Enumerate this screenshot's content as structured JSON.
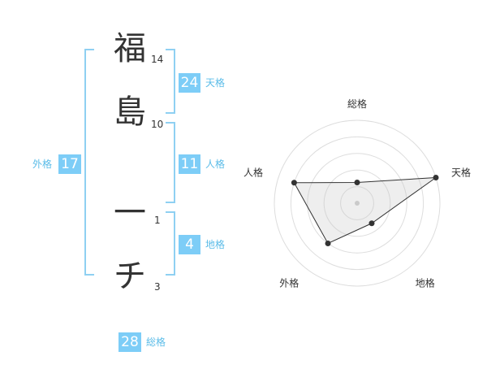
{
  "name": {
    "chars": [
      {
        "char": "福",
        "strokes": "14"
      },
      {
        "char": "島",
        "strokes": "10"
      },
      {
        "char": "一",
        "strokes": "1"
      },
      {
        "char": "チ",
        "strokes": "3"
      }
    ]
  },
  "fortunes": {
    "tenkaku": {
      "value": "24",
      "label": "天格"
    },
    "jinkaku": {
      "value": "11",
      "label": "人格"
    },
    "chikaku": {
      "value": "4",
      "label": "地格"
    },
    "gaikaku": {
      "value": "17",
      "label": "外格"
    },
    "soukaku": {
      "value": "28",
      "label": "総格"
    }
  },
  "radar": {
    "axes": [
      "総格",
      "天格",
      "地格",
      "外格",
      "人格"
    ],
    "levels": 5,
    "values": [
      0.25,
      1.0,
      0.3,
      0.6,
      0.8
    ]
  },
  "colors": {
    "badge": "#7dcdf7",
    "bracket": "#8fd0f2",
    "label": "#5bbce8"
  }
}
